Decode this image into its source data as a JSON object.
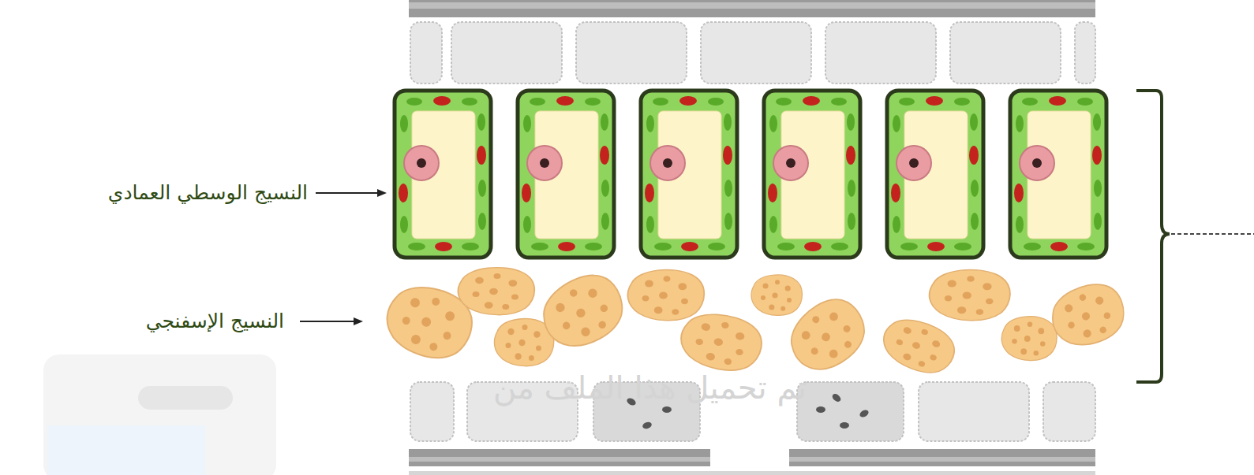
{
  "diagram": {
    "labels": [
      "النسيج الوسطي العمادي",
      "النسيج الإسفنجي",
      "تم تحميل هذا الملف من"
    ]
  }
}
